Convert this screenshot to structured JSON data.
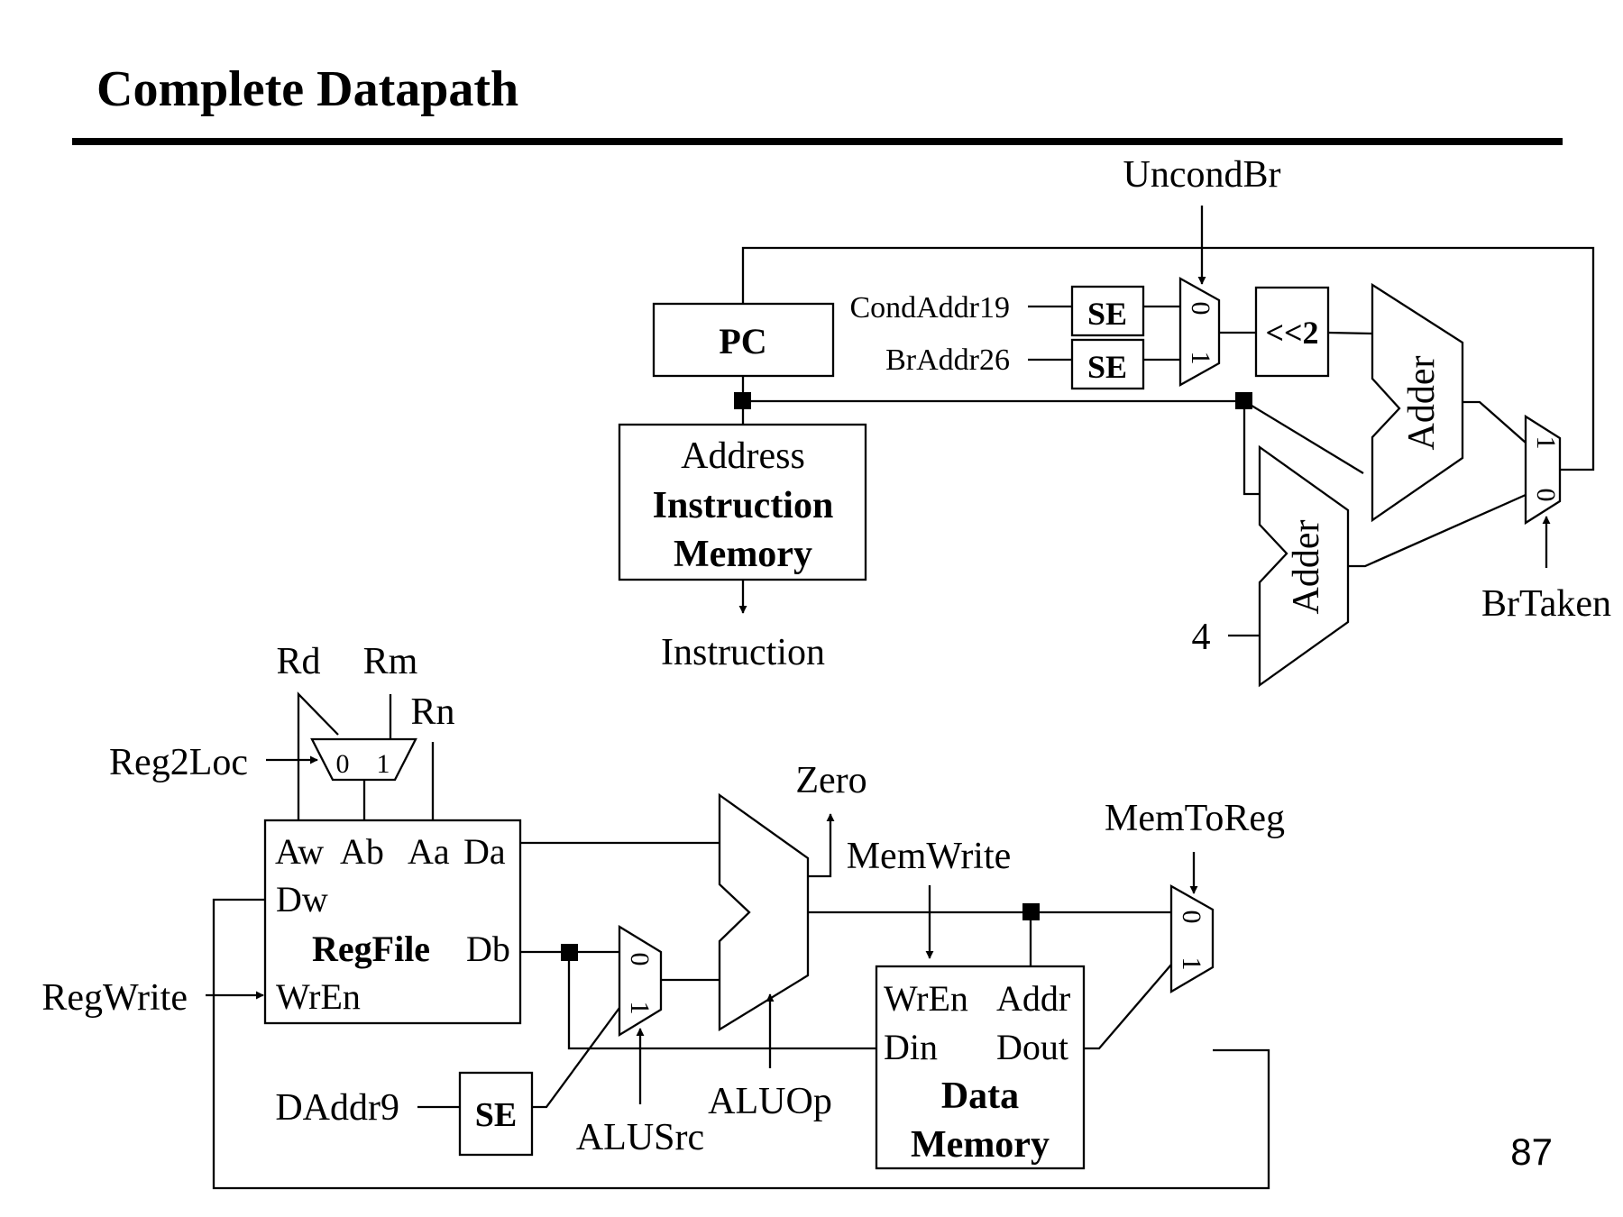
{
  "slide": {
    "title": "Complete Datapath",
    "page_number": "87"
  },
  "pc": {
    "label": "PC"
  },
  "instruction_memory": {
    "line1": "Address",
    "line2": "Instruction",
    "line3": "Memory",
    "output": "Instruction"
  },
  "branch": {
    "uncond_br": "UncondBr",
    "cond_addr": "CondAddr19",
    "br_addr": "BrAddr26",
    "se_label": "SE",
    "shift_label": "<<2",
    "adder_label": "Adder",
    "four": "4",
    "br_taken": "BrTaken"
  },
  "regfile": {
    "rd": "Rd",
    "rm": "Rm",
    "rn": "Rn",
    "reg2loc": "Reg2Loc",
    "aw": "Aw",
    "ab": "Ab",
    "aa": "Aa",
    "da": "Da",
    "dw": "Dw",
    "name": "RegFile",
    "db": "Db",
    "wren": "WrEn",
    "regwrite": "RegWrite"
  },
  "alu": {
    "zero": "Zero",
    "aluop": "ALUOp",
    "alusrc": "ALUSrc",
    "daddr": "DAddr9",
    "se_label": "SE"
  },
  "data_memory": {
    "memwrite": "MemWrite",
    "wren": "WrEn",
    "addr": "Addr",
    "din": "Din",
    "dout": "Dout",
    "line1": "Data",
    "line2": "Memory",
    "memtoreg": "MemToReg"
  },
  "mux": {
    "zero": "0",
    "one": "1"
  }
}
